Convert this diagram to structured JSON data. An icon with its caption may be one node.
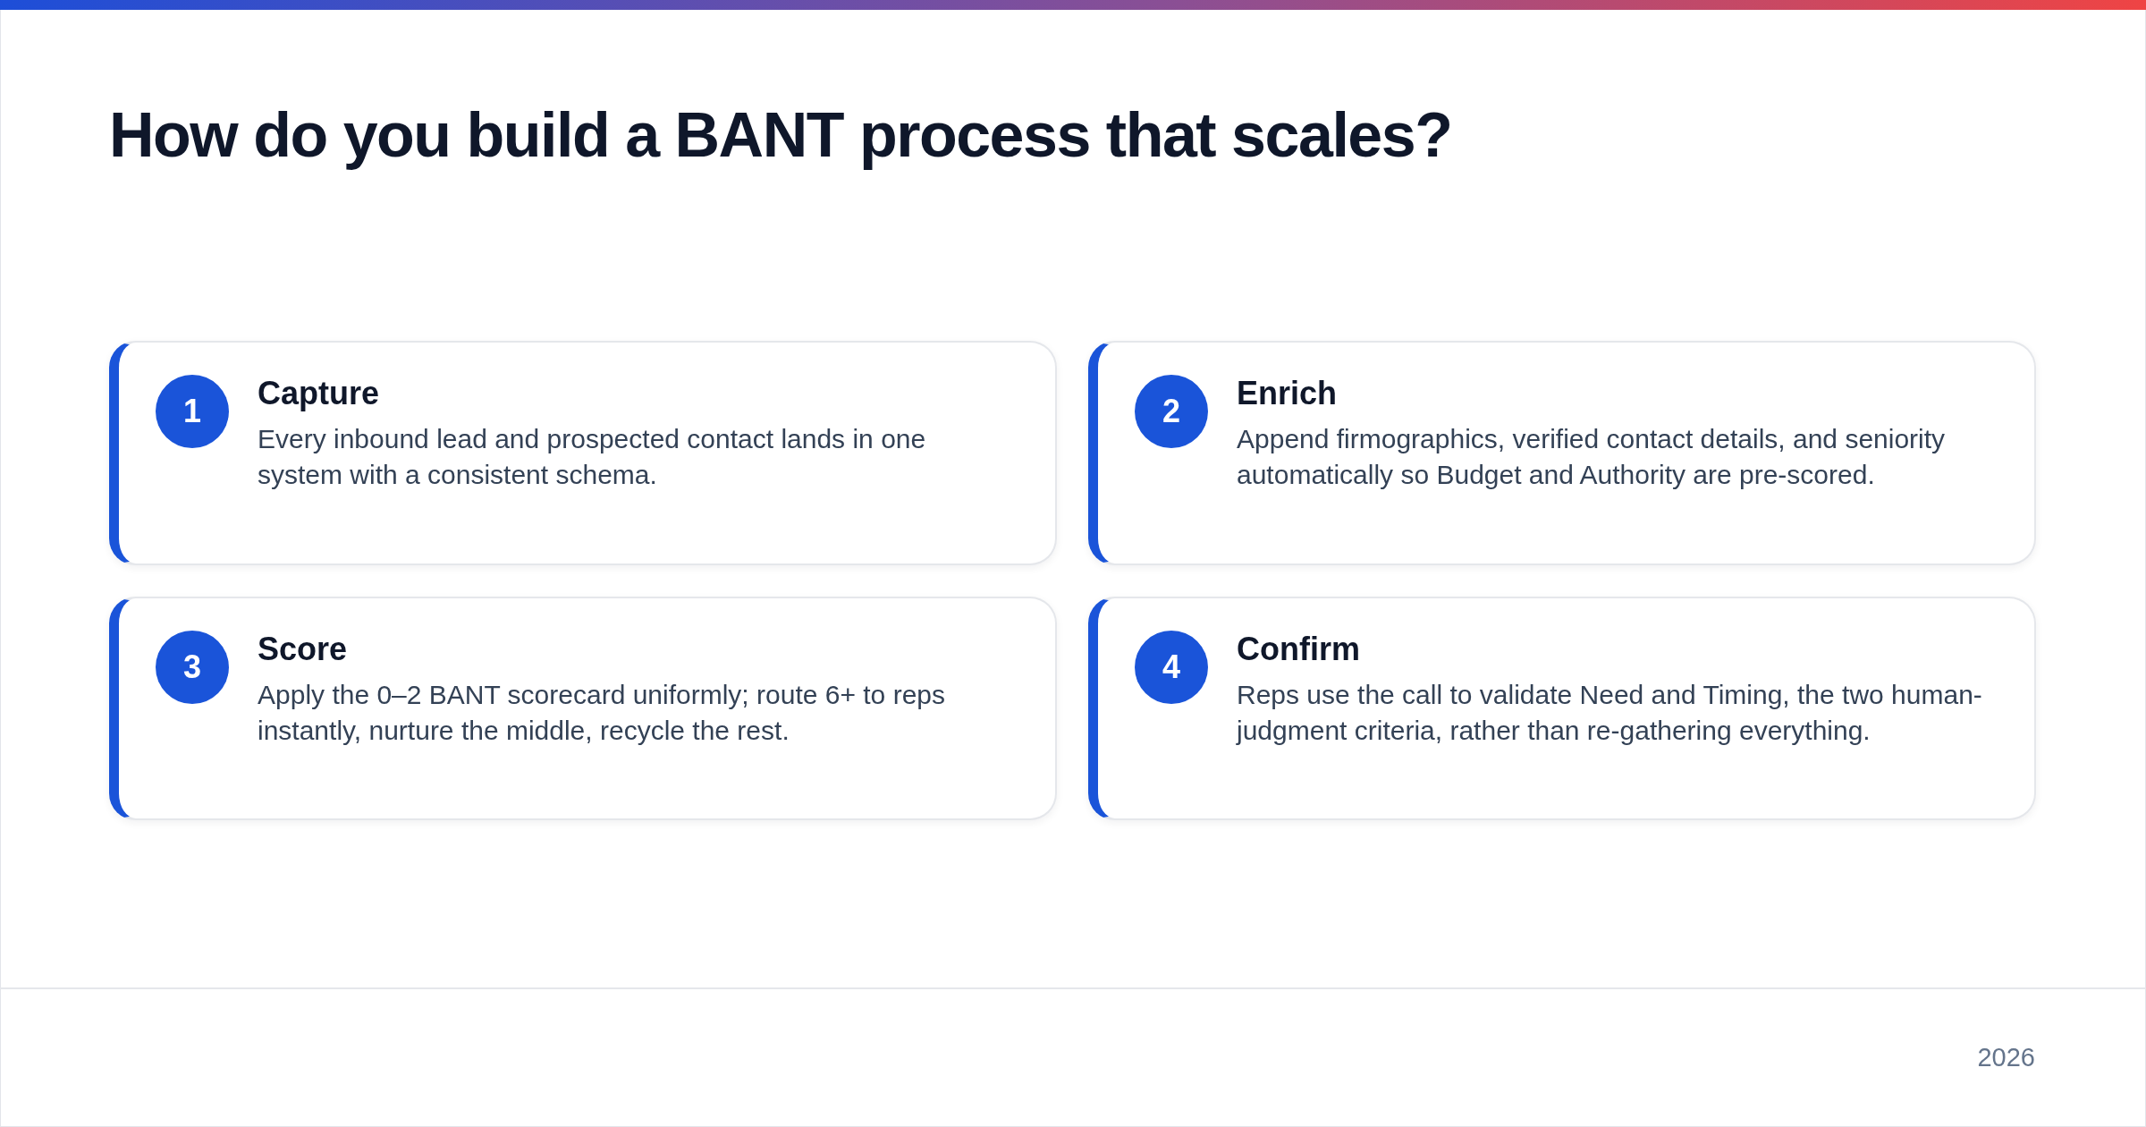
{
  "diagram": {
    "title": "How do you build a BANT process that scales?",
    "nodes": [
      {
        "text": [
          "Capture",
          "Every inbound lead and prospected contact lands in one system with a consistent schema."
        ]
      },
      {
        "text": [
          "1"
        ],
        "in": 0
      },
      {
        "text": [
          "Enrich",
          "Append firmographics, verified contact details, and seniority automatically so Budget and Authority are pre-scored."
        ]
      },
      {
        "text": [
          "2"
        ],
        "in": 2
      },
      {
        "text": [
          "Score",
          "Apply the 0–2 BANT scorecard uniformly; route 6+ to reps instantly, nurture the middle, recycle the rest."
        ]
      },
      {
        "text": [
          "3"
        ],
        "in": 4
      },
      {
        "text": [
          "Confirm",
          "Reps use the call to validate Need and Timing, the two human-judgment criteria, rather than re-gathering everything."
        ]
      },
      {
        "text": [
          "4"
        ],
        "in": 6
      }
    ],
    "labels": [
      "2026"
    ]
  }
}
